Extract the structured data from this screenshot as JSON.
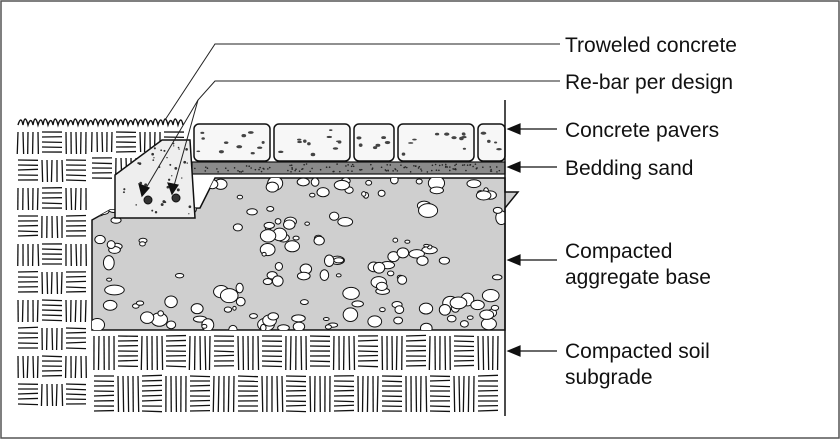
{
  "diagram": {
    "labels": {
      "troweled_concrete": "Troweled concrete",
      "rebar": "Re-bar per design",
      "concrete_pavers": "Concrete pavers",
      "bedding_sand": "Bedding sand",
      "aggregate_line1": "Compacted",
      "aggregate_line2": "aggregate base",
      "subgrade_line1": "Compacted soil",
      "subgrade_line2": "subgrade"
    },
    "colors": {
      "stroke": "#111111",
      "aggregate_fill": "#cfcfcf",
      "sand_fill": "#8a8a8a",
      "paver_fill": "#f7f7f7",
      "concrete_fill": "#eeeeee"
    }
  }
}
